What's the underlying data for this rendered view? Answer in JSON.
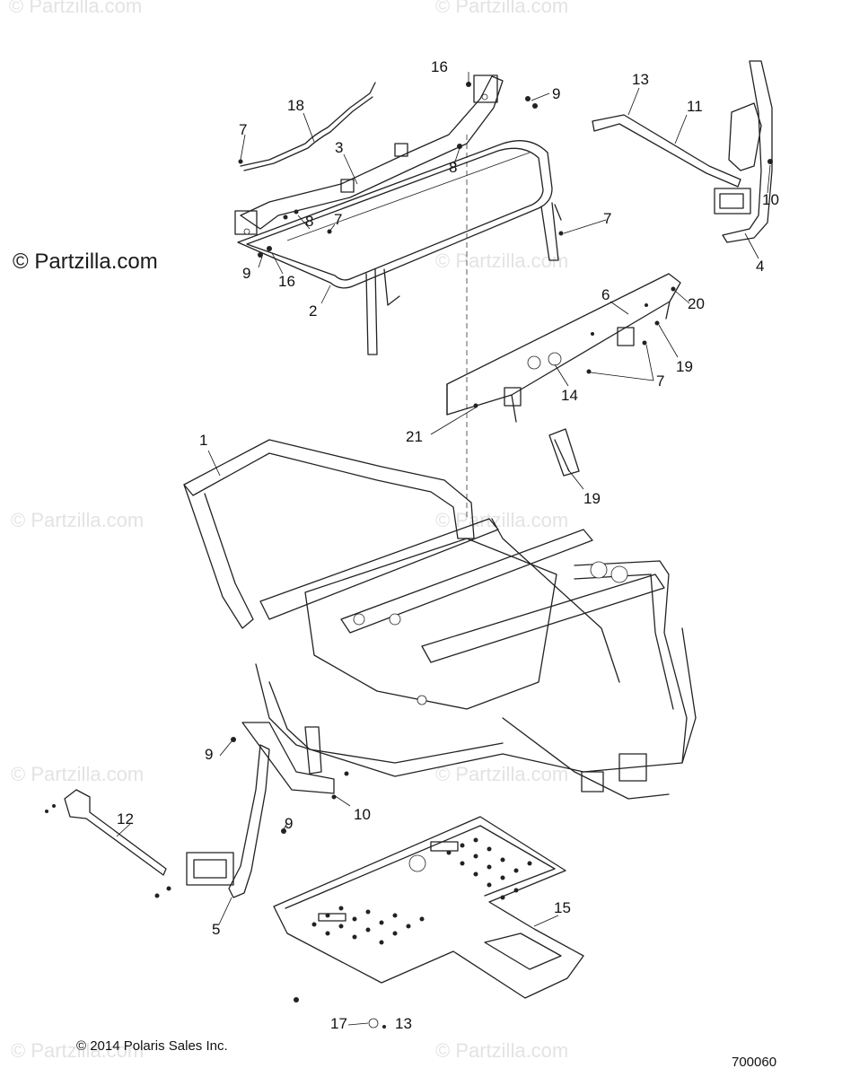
{
  "watermarks": {
    "main": "© Partzilla.com",
    "faint": "© Partzilla.com"
  },
  "callouts": {
    "c1": "1",
    "c2": "2",
    "c3": "3",
    "c4": "4",
    "c5": "5",
    "c6": "6",
    "c7a": "7",
    "c7b": "7",
    "c7c": "7",
    "c7d": "7",
    "c8a": "8",
    "c8b": "8",
    "c9a": "9",
    "c9b": "9",
    "c9c": "9",
    "c9d": "9",
    "c10a": "10",
    "c10b": "10",
    "c11": "11",
    "c12": "12",
    "c13a": "13",
    "c13b": "13",
    "c14": "14",
    "c15": "15",
    "c16a": "16",
    "c16b": "16",
    "c17": "17",
    "c18": "18",
    "c19a": "19",
    "c19b": "19",
    "c20": "20",
    "c21": "21"
  },
  "footer": {
    "copyright": "© 2014 Polaris Sales Inc.",
    "diagram_number": "700060"
  }
}
